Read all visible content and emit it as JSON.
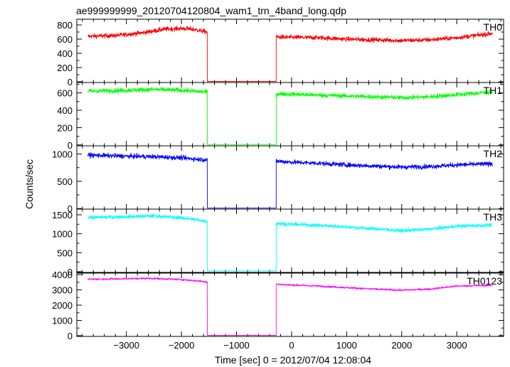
{
  "chart_data": {
    "type": "line",
    "title": "ae999999999_20120704120804_wam1_trn_4band_long.qdp",
    "xlabel": "Time [sec] 0 = 2012/07/04 12:08:04",
    "ylabel": "Counts/sec",
    "xlim": [
      -3900,
      3850
    ],
    "x_ticks": [
      -3000,
      -2000,
      -1000,
      0,
      1000,
      2000,
      3000
    ],
    "gap": {
      "start": -1530,
      "end": -280
    },
    "x_range": [
      -3700,
      3650
    ],
    "grid": false,
    "panels": [
      {
        "name": "TH0",
        "color": "#ff0000",
        "ylim": [
          -10,
          880
        ],
        "y_ticks": [
          0,
          200,
          400,
          600,
          800
        ],
        "noise": 30,
        "series": {
          "x": [
            -3700,
            -3200,
            -2700,
            -2300,
            -2000,
            -1800,
            -1530,
            -280,
            0,
            500,
            1000,
            1500,
            2000,
            2500,
            3000,
            3650
          ],
          "y": [
            640,
            650,
            690,
            740,
            750,
            740,
            700,
            630,
            625,
            620,
            600,
            590,
            580,
            590,
            620,
            680
          ]
        },
        "gap_level": 5
      },
      {
        "name": "TH1",
        "color": "#00ff00",
        "ylim": [
          -10,
          720
        ],
        "y_ticks": [
          0,
          200,
          400,
          600
        ],
        "noise": 25,
        "series": {
          "x": [
            -3700,
            -3000,
            -2500,
            -2000,
            -1530,
            -280,
            0,
            500,
            1000,
            1500,
            2000,
            2500,
            3000,
            3650
          ],
          "y": [
            620,
            630,
            640,
            630,
            610,
            590,
            585,
            575,
            565,
            555,
            545,
            555,
            580,
            610
          ]
        },
        "gap_level": 5
      },
      {
        "name": "TH2",
        "color": "#0000ff",
        "ylim": [
          -10,
          1150
        ],
        "y_ticks": [
          0,
          500,
          1000
        ],
        "noise": 40,
        "series": {
          "x": [
            -3700,
            -3000,
            -2500,
            -2000,
            -1530,
            -280,
            0,
            500,
            1000,
            1500,
            2000,
            2500,
            3000,
            3650
          ],
          "y": [
            980,
            960,
            950,
            930,
            890,
            870,
            850,
            830,
            800,
            780,
            760,
            770,
            800,
            820
          ]
        },
        "gap_level": 10
      },
      {
        "name": "TH3",
        "color": "#00ffff",
        "ylim": [
          -20,
          1650
        ],
        "y_ticks": [
          0,
          500,
          1000,
          1500
        ],
        "noise": 45,
        "series": {
          "x": [
            -3700,
            -3000,
            -2500,
            -2000,
            -1530,
            -280,
            0,
            500,
            1000,
            1500,
            2000,
            2500,
            3000,
            3650
          ],
          "y": [
            1430,
            1450,
            1470,
            1420,
            1330,
            1270,
            1250,
            1220,
            1180,
            1130,
            1080,
            1120,
            1200,
            1230
          ]
        },
        "gap_level": 20
      },
      {
        "name": "TH0123",
        "color": "#ff00ff",
        "ylim": [
          -50,
          4100
        ],
        "y_ticks": [
          0,
          1000,
          2000,
          3000,
          4000
        ],
        "noise": 60,
        "series": {
          "x": [
            -3700,
            -3200,
            -2600,
            -2000,
            -1530,
            -280,
            0,
            500,
            1000,
            1500,
            2000,
            2500,
            3000,
            3650
          ],
          "y": [
            3700,
            3720,
            3760,
            3680,
            3530,
            3380,
            3320,
            3250,
            3150,
            3050,
            2980,
            3050,
            3250,
            3300
          ]
        },
        "gap_level": 20
      }
    ]
  }
}
